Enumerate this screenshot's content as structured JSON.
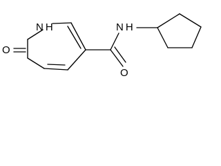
{
  "molecule": {
    "atom_labels": {
      "nh_ring": "N H",
      "nh_amide": "N H",
      "o_ketone": "O",
      "o_amide": "O"
    },
    "colors": {
      "bond": "#000000",
      "text": "#000000",
      "background": "#ffffff"
    }
  }
}
